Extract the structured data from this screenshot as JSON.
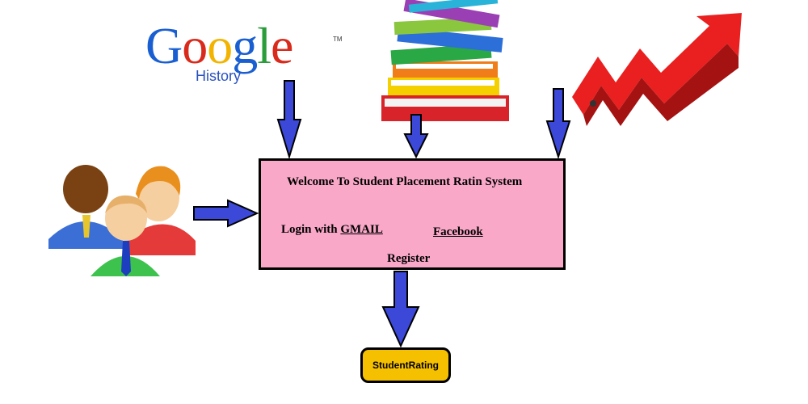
{
  "google_logo": {
    "word": "Google",
    "sub": "History",
    "tm": "TM"
  },
  "main_box": {
    "title": "Welcome To Student Placement Ratin System",
    "login_prefix": "Login with ",
    "gmail_label": "GMAIL",
    "facebook_label": "Facebook",
    "register_label": "Register"
  },
  "result_box": {
    "label": "StudentRating"
  },
  "colors": {
    "arrow": "#3b48d8",
    "box_fill": "#f9a8c8",
    "result_fill": "#f5c000"
  },
  "icons": [
    "google-history-logo",
    "book-stack-icon",
    "growth-chart-icon",
    "users-group-icon"
  ]
}
